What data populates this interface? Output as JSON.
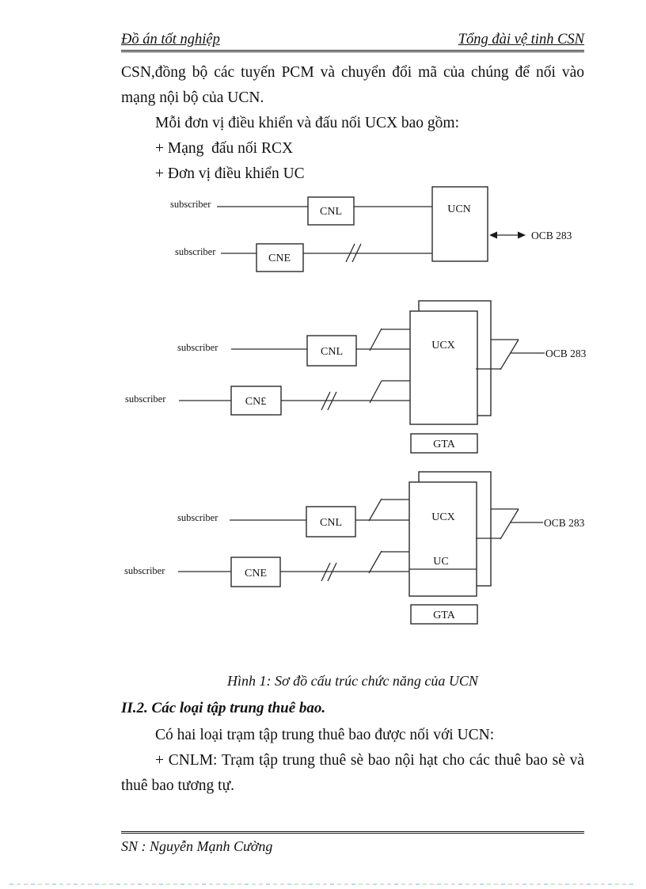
{
  "header": {
    "left": "Đồ án tốt nghiệp",
    "right": "Tổng đài vệ tinh CSN"
  },
  "intro": {
    "line1": "CSN,đồng bộ các tuyến PCM và chuyển đổi mã của chúng để nối vào",
    "line2": "mạng nội bộ của UCN.",
    "line3": "Mỗi đơn vị điều khiển và đấu nối UCX bao gồm:",
    "line4": "+ Mạng  đấu nối RCX",
    "line5": "+ Đơn vị điều khiển UC"
  },
  "figure": {
    "caption": "Hình 1: Sơ đồ cấu trúc chức năng của UCN",
    "d1": {
      "subscriber1": "subscriber",
      "subscriber2": "subscriber",
      "cnl": "CNL",
      "cne": "CNE",
      "ucn": "UCN",
      "ocb": "OCB 283"
    },
    "d2": {
      "subscriber1": "subscriber",
      "subscriber2": "subscriber",
      "cnl": "CNL",
      "cne": "CN£",
      "ucx": "UCX",
      "gta": "GTA",
      "ocb": "OCB 283"
    },
    "d3": {
      "subscriber1": "subscriber",
      "subscriber2": "subscriber",
      "cnl": "CNL",
      "cne": "CNE",
      "ucx": "UCX",
      "uc": "UC",
      "gta": "GTA",
      "ocb": "OCB 283"
    }
  },
  "section": {
    "heading": "II.2. Các loại tập trung thuê bao.",
    "para1": "Có hai loại trạm tập trung thuê bao được nối với UCN:",
    "para2_line1": "+ CNLM: Trạm tập trung thuê sè bao nội hạt cho các thuê bao sè và",
    "para2_line2": "thuê bao tương tự."
  },
  "footer": {
    "text": "SN : Nguyễn Mạnh Cường"
  }
}
